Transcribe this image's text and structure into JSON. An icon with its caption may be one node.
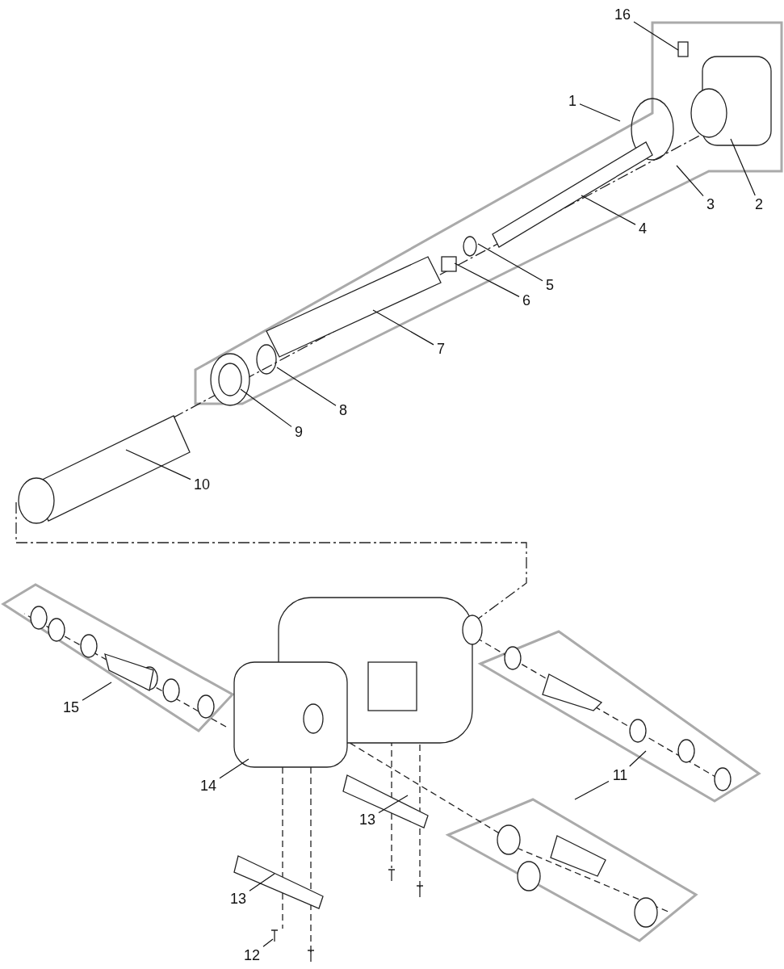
{
  "diagram": {
    "nodes": [
      {
        "text": [
          "16"
        ]
      },
      {
        "text": [
          "1"
        ]
      },
      {
        "text": [
          "3"
        ]
      },
      {
        "text": [
          "2"
        ]
      },
      {
        "text": [
          "4"
        ]
      },
      {
        "text": [
          "5"
        ]
      },
      {
        "text": [
          "6"
        ]
      },
      {
        "text": [
          "7"
        ]
      },
      {
        "text": [
          "8"
        ]
      },
      {
        "text": [
          "9"
        ]
      },
      {
        "text": [
          "10"
        ]
      },
      {
        "text": [
          "15"
        ]
      },
      {
        "text": [
          "11"
        ]
      },
      {
        "text": [
          "14"
        ]
      },
      {
        "text": [
          "13"
        ]
      },
      {
        "text": [
          "13"
        ]
      },
      {
        "text": [
          "12"
        ]
      }
    ],
    "edges": [
      {
        "from": 0,
        "to": null,
        "arrow": "none"
      },
      {
        "from": 1,
        "to": null,
        "arrow": "none"
      },
      {
        "from": 2,
        "to": null,
        "arrow": "none"
      },
      {
        "from": 3,
        "to": null,
        "arrow": "none"
      },
      {
        "from": 4,
        "to": null,
        "arrow": "none"
      },
      {
        "from": 5,
        "to": null,
        "arrow": "none"
      },
      {
        "from": 6,
        "to": null,
        "arrow": "none"
      },
      {
        "from": 7,
        "to": null,
        "arrow": "none"
      },
      {
        "from": 8,
        "to": null,
        "arrow": "none"
      },
      {
        "from": 9,
        "to": null,
        "arrow": "none"
      },
      {
        "from": 10,
        "to": null,
        "arrow": "none"
      },
      {
        "from": 11,
        "to": null,
        "arrow": "none"
      },
      {
        "from": 12,
        "to": null,
        "arrow": "none"
      },
      {
        "from": 13,
        "to": null,
        "arrow": "none"
      },
      {
        "from": 14,
        "to": null,
        "arrow": "none"
      },
      {
        "from": 15,
        "to": null,
        "arrow": "none"
      },
      {
        "from": 16,
        "to": null,
        "arrow": "none"
      },
      {
        "from": 12,
        "to": null,
        "arrow": "none"
      }
    ]
  }
}
